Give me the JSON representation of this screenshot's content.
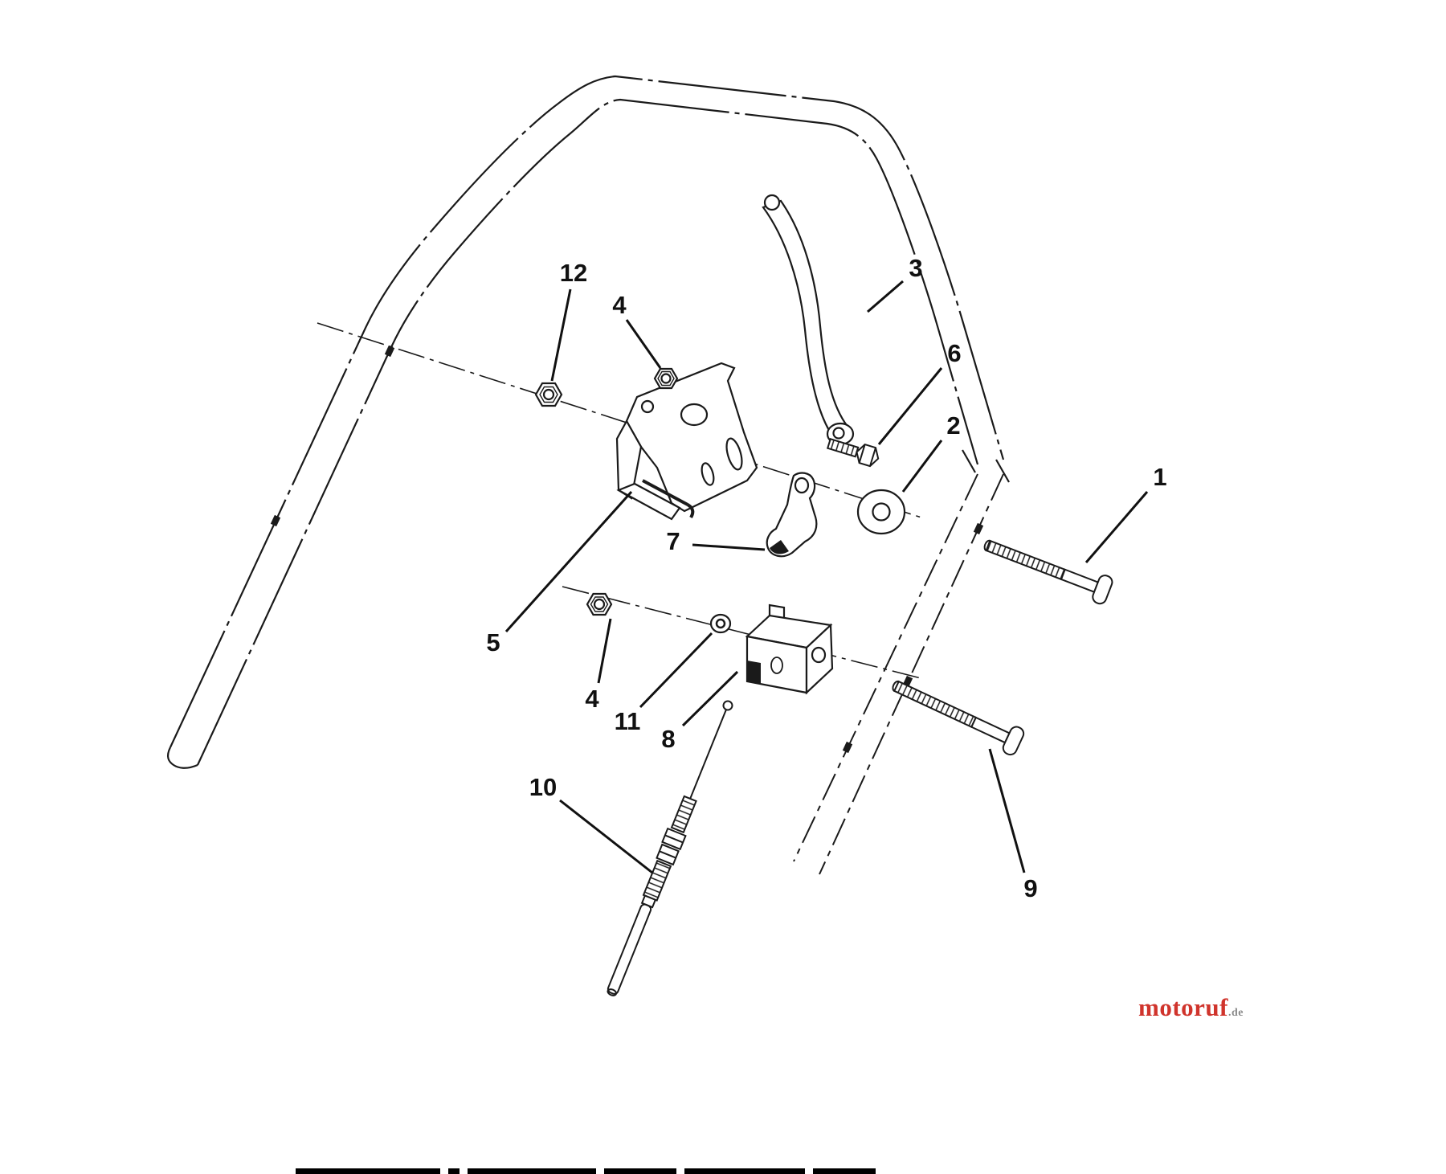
{
  "diagram": {
    "type": "exploded-parts-diagram",
    "callouts": [
      {
        "label": "1"
      },
      {
        "label": "2"
      },
      {
        "label": "3"
      },
      {
        "label": "4"
      },
      {
        "label": "4"
      },
      {
        "label": "5"
      },
      {
        "label": "6"
      },
      {
        "label": "7"
      },
      {
        "label": "8"
      },
      {
        "label": "9"
      },
      {
        "label": "10"
      },
      {
        "label": "11"
      },
      {
        "label": "12"
      }
    ]
  },
  "branding": {
    "logo_text": "motoruf",
    "logo_tld": ".de",
    "logo_color": "#d0342c",
    "tld_color": "#8a8a8a"
  }
}
